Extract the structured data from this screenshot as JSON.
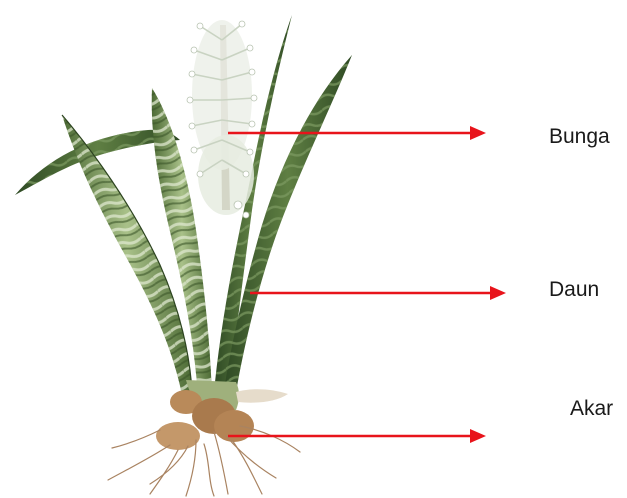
{
  "labels": {
    "flower": "Bunga",
    "leaf": "Daun",
    "root": "Akar"
  },
  "colors": {
    "arrow": "#e8141b",
    "leaf_dark": "#3f5a2c",
    "leaf_light": "#a9c189",
    "flower": "#eef1ea",
    "root": "#b98a5a"
  }
}
